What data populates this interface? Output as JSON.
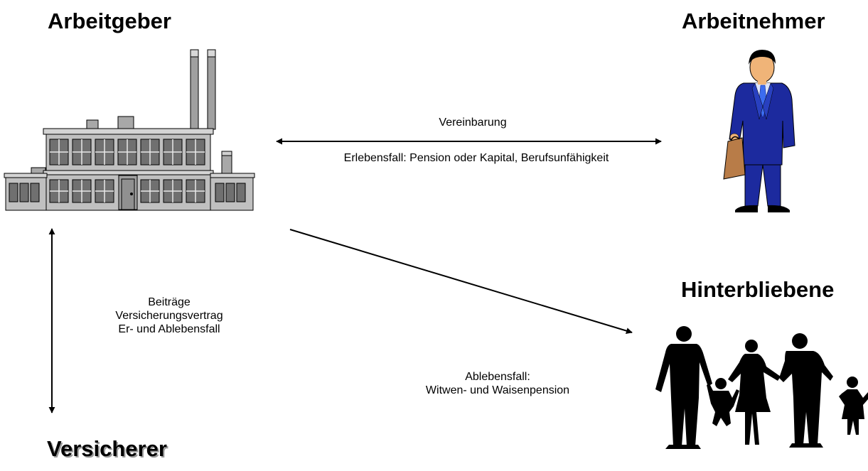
{
  "nodes": {
    "employer": {
      "title": "Arbeitgeber",
      "icon": "factory-icon"
    },
    "employee": {
      "title": "Arbeitnehmer",
      "icon": "businessman-icon"
    },
    "survivors": {
      "title": "Hinterbliebene",
      "icon": "family-icon"
    },
    "insurer": {
      "title": "Versicherer"
    }
  },
  "edges": {
    "agreement": {
      "top_label": "Vereinbarung",
      "bottom_label": "Erlebensfall: Pension oder Kapital, Berufsunfähigkeit"
    },
    "insurance": {
      "lines": [
        "Beiträge",
        "Versicherungsvertrag",
        "Er- und Ablebensfall"
      ]
    },
    "death": {
      "lines": [
        "Ablebensfall:",
        "Witwen- und Waisenpension"
      ]
    }
  },
  "colors": {
    "suit": "#1c2a9e",
    "factory_wall": "#c0c0c0",
    "silhouette": "#000000",
    "arrow": "#000000"
  }
}
